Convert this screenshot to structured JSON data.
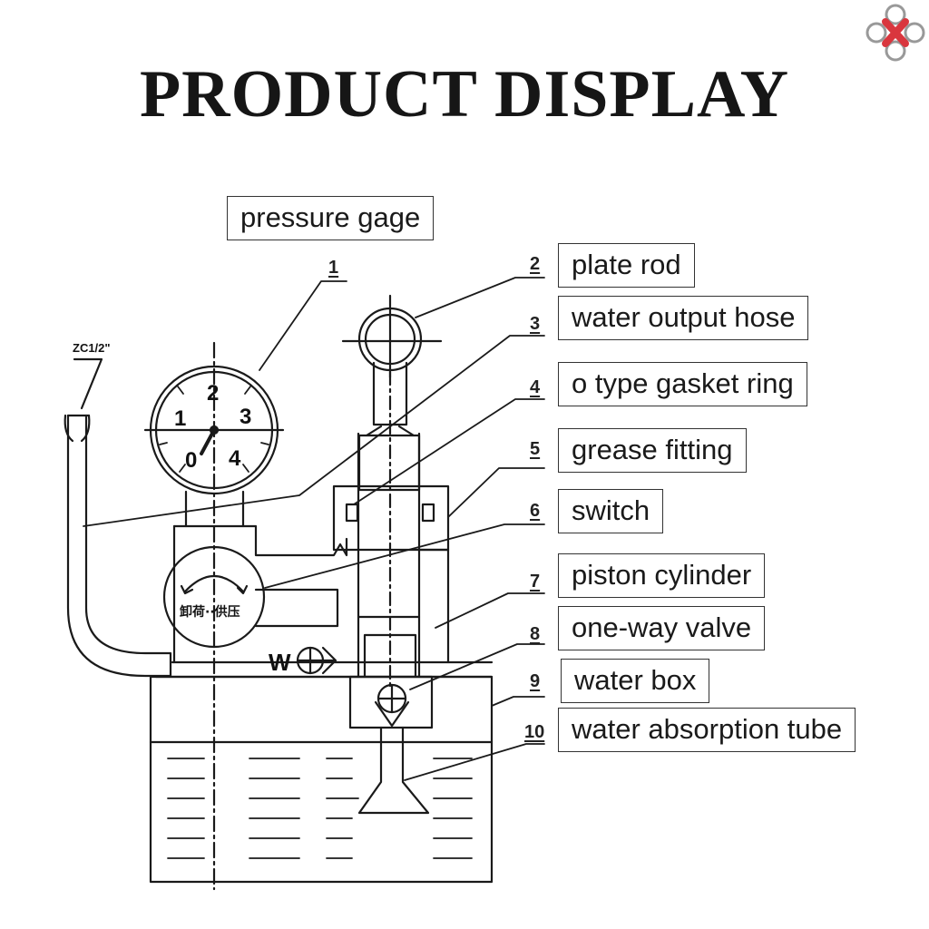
{
  "title": "PRODUCT DISPLAY",
  "pressure_label": "pressure gage",
  "callouts": [
    {
      "num": "1",
      "label": ""
    },
    {
      "num": "2",
      "label": "plate rod"
    },
    {
      "num": "3",
      "label": "water output hose"
    },
    {
      "num": "4",
      "label": "o type gasket ring"
    },
    {
      "num": "5",
      "label": "grease fitting"
    },
    {
      "num": "6",
      "label": "switch"
    },
    {
      "num": "7",
      "label": "piston cylinder"
    },
    {
      "num": "8",
      "label": "one-way valve"
    },
    {
      "num": "9",
      "label": "water box"
    },
    {
      "num": "10",
      "label": "water absorption tube"
    }
  ],
  "gauge_numbers": [
    "1",
    "2",
    "3",
    "0",
    "4"
  ],
  "hose_label": "ZC1/2\"",
  "switch_text": "卸荷··供压",
  "valve_mark": "W",
  "colors": {
    "line": "#1a1a1a",
    "brand_red": "#d9363e"
  }
}
